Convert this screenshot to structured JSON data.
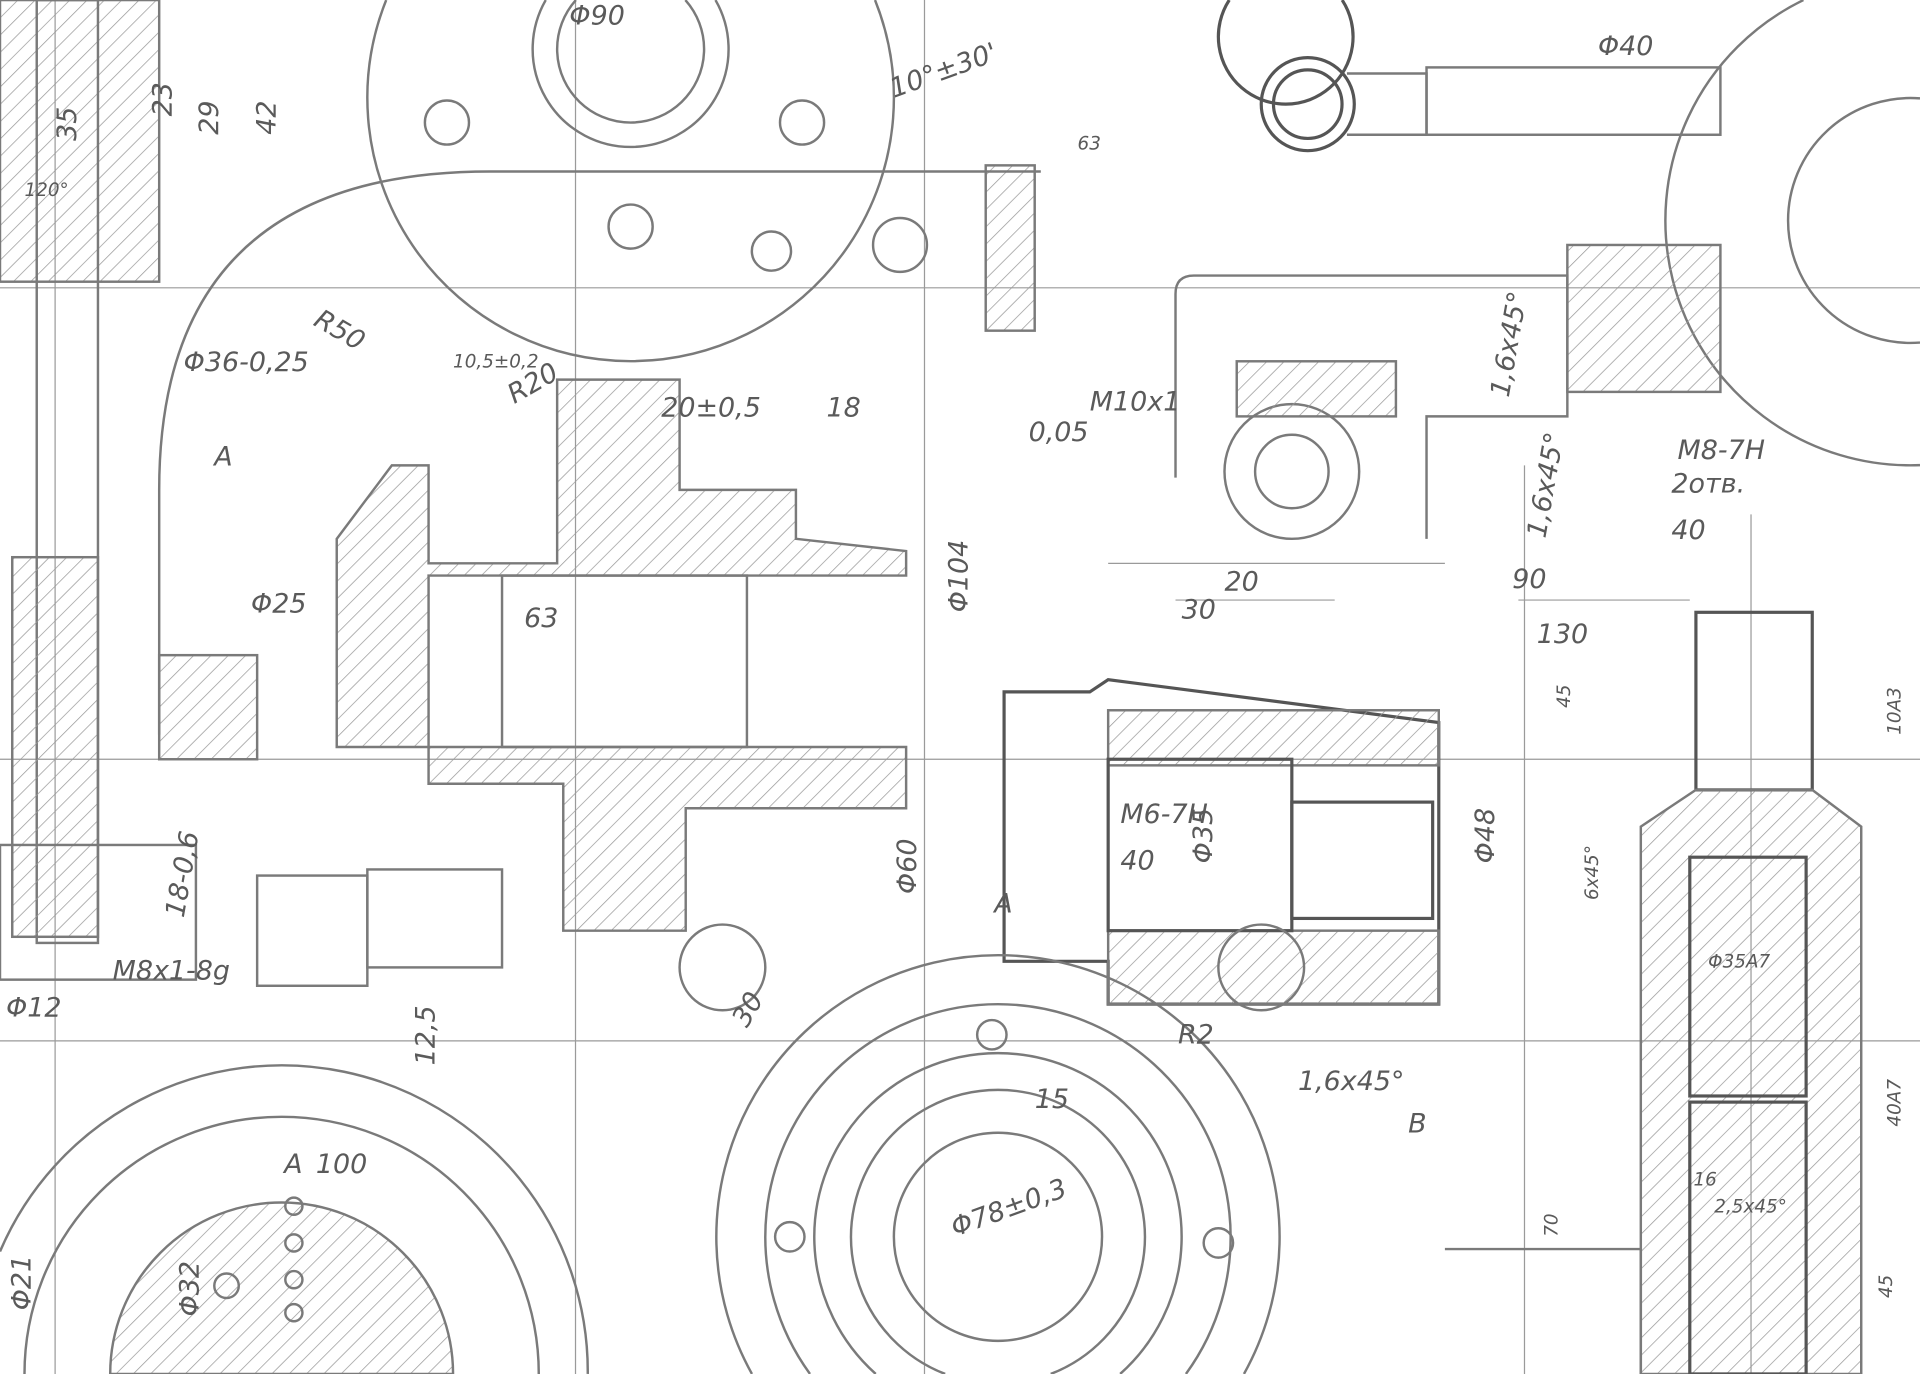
{
  "drawing": {
    "labels": [
      "35",
      "23",
      "29",
      "42",
      "120°",
      "Φ90",
      "10°±30'",
      "63",
      "Φ40",
      "Φ36-0,25",
      "R50",
      "10,5±0,2",
      "R20",
      "20±0,5",
      "18",
      "M10x1",
      "0,05",
      "A",
      "Φ25",
      "63",
      "Φ104",
      "20",
      "30",
      "90",
      "130",
      "1,6x45°",
      "M8-7H",
      "2отв.",
      "40",
      "45",
      "Φ60",
      "M6-7H",
      "40",
      "Φ35",
      "Φ48",
      "A",
      "M8x1-8g",
      "Φ12",
      "18-0,6",
      "30",
      "15",
      "1,6x45°",
      "B",
      "Φ78±0,3",
      "Φ35A7",
      "40A7",
      "45",
      "2,5x45°",
      "16",
      "70",
      "10A3",
      "6x45°",
      "1,6x45°",
      "100",
      "A",
      "Φ32",
      "Φ21",
      "R2",
      "12,5"
    ]
  }
}
